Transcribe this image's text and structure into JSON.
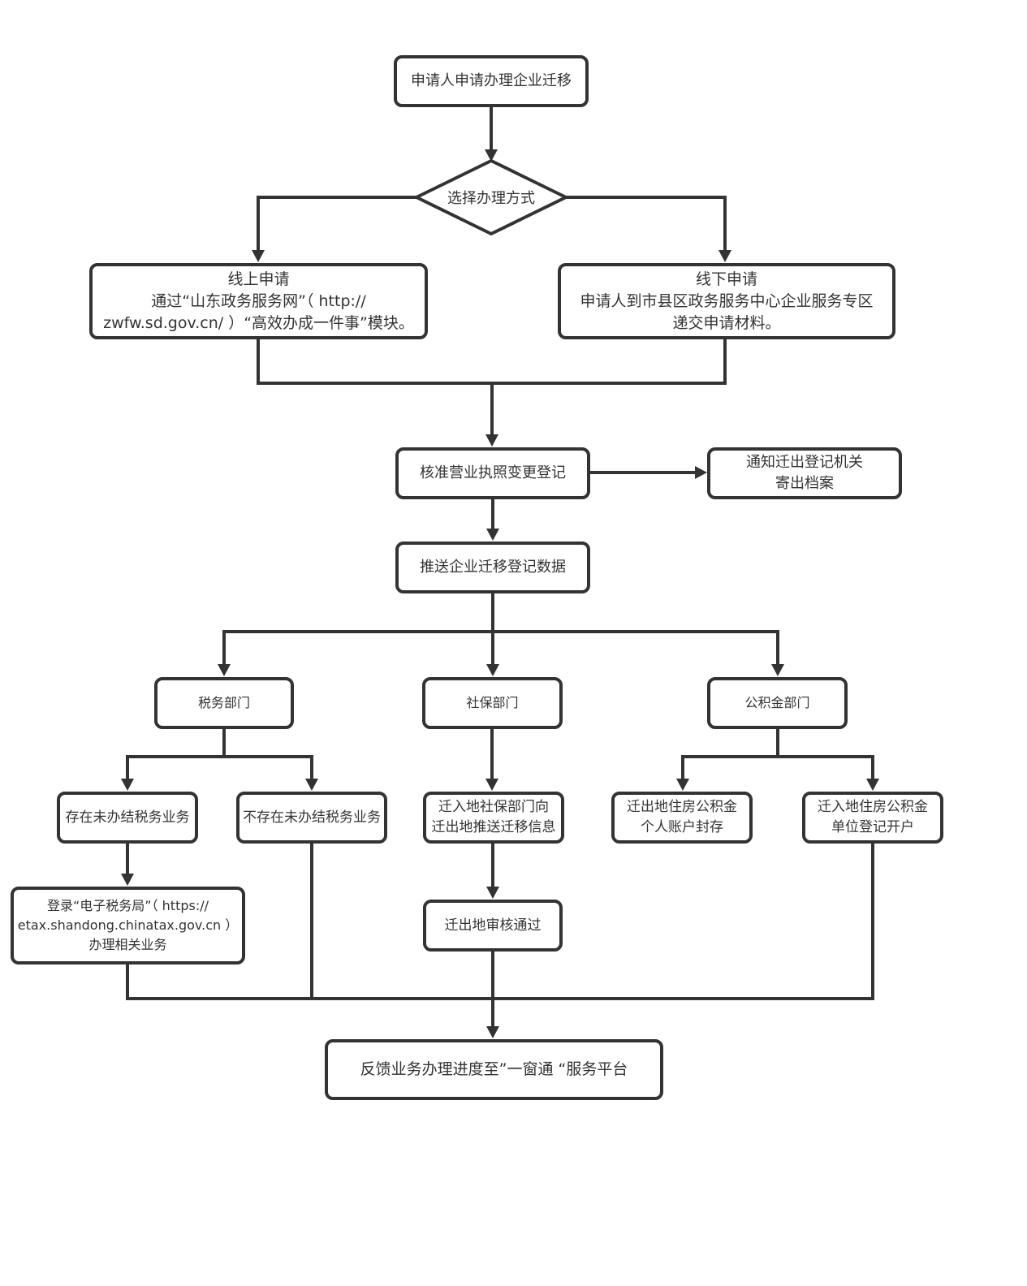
{
  "diagram": {
    "type": "flowchart",
    "nodes": [
      {
        "id": "start",
        "shape": "rounded-rect",
        "lines": [
          "申请人申请办理企业迁移"
        ]
      },
      {
        "id": "decision",
        "shape": "diamond",
        "lines": [
          "选择办理方式"
        ]
      },
      {
        "id": "online",
        "shape": "rounded-rect",
        "lines": [
          "线上申请",
          "通过“山东政务服务网”（ http://",
          "zwfw.sd.gov.cn/ ）“高效办成一件事”模块。"
        ]
      },
      {
        "id": "offline",
        "shape": "rounded-rect",
        "lines": [
          "线下申请",
          "申请人到市县区政务服务中心企业服务专区",
          "递交申请材料。"
        ]
      },
      {
        "id": "approve",
        "shape": "rounded-rect",
        "lines": [
          "核准营业执照变更登记"
        ]
      },
      {
        "id": "notify",
        "shape": "rounded-rect",
        "lines": [
          "通知迁出登记机关",
          "寄出档案"
        ]
      },
      {
        "id": "push",
        "shape": "rounded-rect",
        "lines": [
          "推送企业迁移登记数据"
        ]
      },
      {
        "id": "tax",
        "shape": "rounded-rect",
        "lines": [
          "税务部门"
        ]
      },
      {
        "id": "social",
        "shape": "rounded-rect",
        "lines": [
          "社保部门"
        ]
      },
      {
        "id": "fund",
        "shape": "rounded-rect",
        "lines": [
          "公积金部门"
        ]
      },
      {
        "id": "tax-pending",
        "shape": "rounded-rect",
        "lines": [
          "存在未办结税务业务"
        ]
      },
      {
        "id": "tax-none",
        "shape": "rounded-rect",
        "lines": [
          "不存在未办结税务业务"
        ]
      },
      {
        "id": "etax",
        "shape": "rounded-rect",
        "lines": [
          "登录“电子税务局”（ https://",
          "etax.shandong.chinatax.gov.cn ）",
          "办理相关业务"
        ]
      },
      {
        "id": "social-push",
        "shape": "rounded-rect",
        "lines": [
          "迁入地社保部门向",
          "迁出地推送迁移信息"
        ]
      },
      {
        "id": "social-approve",
        "shape": "rounded-rect",
        "lines": [
          "迁出地审核通过"
        ]
      },
      {
        "id": "fund-seal",
        "shape": "rounded-rect",
        "lines": [
          "迁出地住房公积金",
          "个人账户封存"
        ]
      },
      {
        "id": "fund-open",
        "shape": "rounded-rect",
        "lines": [
          "迁入地住房公积金",
          "单位登记开户"
        ]
      },
      {
        "id": "feedback",
        "shape": "rounded-rect",
        "lines": [
          "反馈业务办理进度至”一窗通 “服务平台"
        ]
      }
    ],
    "edges": [
      {
        "from": "start",
        "to": "decision"
      },
      {
        "from": "decision",
        "to": "online"
      },
      {
        "from": "decision",
        "to": "offline"
      },
      {
        "from": "online",
        "to": "approve"
      },
      {
        "from": "offline",
        "to": "approve"
      },
      {
        "from": "approve",
        "to": "notify"
      },
      {
        "from": "approve",
        "to": "push"
      },
      {
        "from": "push",
        "to": "tax"
      },
      {
        "from": "push",
        "to": "social"
      },
      {
        "from": "push",
        "to": "fund"
      },
      {
        "from": "tax",
        "to": "tax-pending"
      },
      {
        "from": "tax",
        "to": "tax-none"
      },
      {
        "from": "tax-pending",
        "to": "etax"
      },
      {
        "from": "etax",
        "to": "feedback"
      },
      {
        "from": "tax-none",
        "to": "feedback"
      },
      {
        "from": "social",
        "to": "social-push"
      },
      {
        "from": "social-push",
        "to": "social-approve"
      },
      {
        "from": "social-approve",
        "to": "feedback"
      },
      {
        "from": "fund",
        "to": "fund-seal"
      },
      {
        "from": "fund",
        "to": "fund-open"
      },
      {
        "from": "fund-open",
        "to": "feedback"
      }
    ],
    "colors": {
      "stroke": "#333333",
      "fill": "#ffffff",
      "text": "#333333"
    }
  }
}
